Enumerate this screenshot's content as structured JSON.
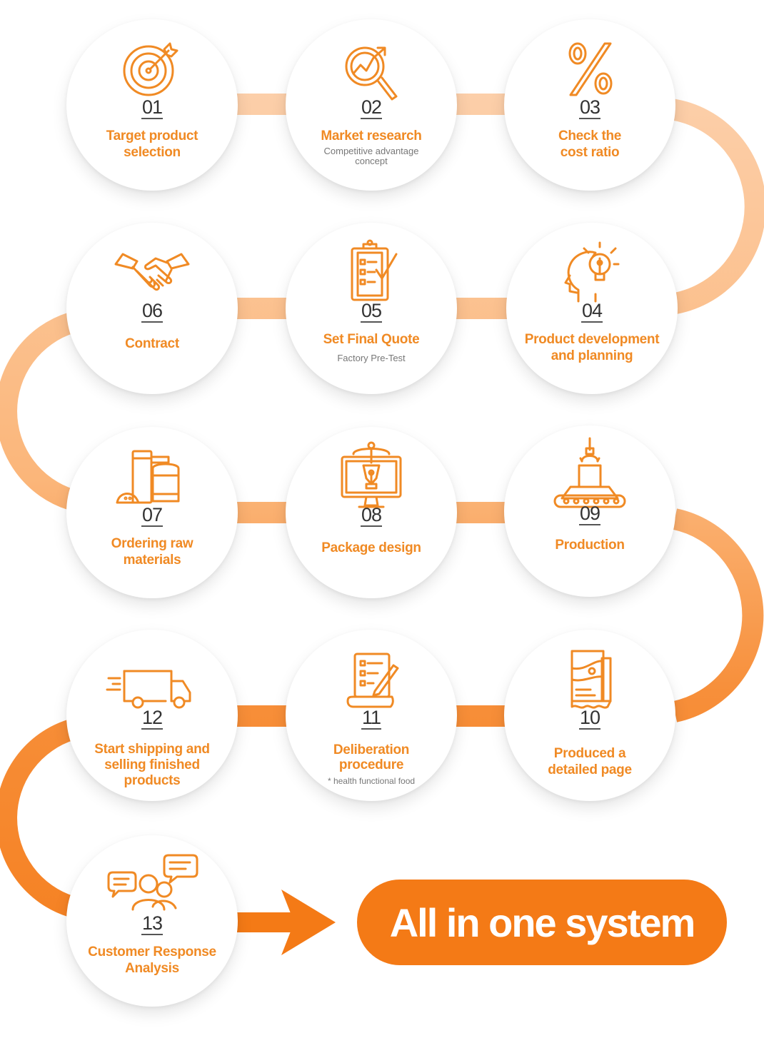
{
  "steps": [
    {
      "number": "01",
      "title": "Target product selection",
      "subtitle": "",
      "icon": "target-icon"
    },
    {
      "number": "02",
      "title": "Market research",
      "subtitle": "Competitive advantage concept",
      "icon": "market-research-icon"
    },
    {
      "number": "03",
      "title": "Check the cost ratio",
      "subtitle": "",
      "icon": "percent-icon"
    },
    {
      "number": "04",
      "title": "Product development and planning",
      "subtitle": "",
      "icon": "idea-head-icon"
    },
    {
      "number": "05",
      "title": "Set Final Quote",
      "subtitle": "Factory Pre-Test",
      "icon": "checklist-clipboard-icon"
    },
    {
      "number": "06",
      "title": "Contract",
      "subtitle": "",
      "icon": "handshake-icon"
    },
    {
      "number": "07",
      "title": "Ordering raw materials",
      "subtitle": "",
      "icon": "raw-materials-icon"
    },
    {
      "number": "08",
      "title": "Package design",
      "subtitle": "",
      "icon": "design-monitor-icon"
    },
    {
      "number": "09",
      "title": "Production",
      "subtitle": "",
      "icon": "conveyor-icon"
    },
    {
      "number": "10",
      "title": "Produced a detailed page",
      "subtitle": "",
      "icon": "detail-page-icon"
    },
    {
      "number": "11",
      "title": "Deliberation procedure",
      "subtitle": "* health functional food",
      "icon": "document-pen-icon"
    },
    {
      "number": "12",
      "title": "Start shipping and selling finished products",
      "subtitle": "",
      "icon": "delivery-truck-icon"
    },
    {
      "number": "13",
      "title": "Customer Response Analysis",
      "subtitle": "",
      "icon": "customer-chat-icon"
    }
  ],
  "final_label": "All in one system",
  "colors": {
    "accent": "#f47a16",
    "title": "#f08a24",
    "light": "#fbc99e",
    "number": "#333333",
    "subtitle": "#777777"
  }
}
